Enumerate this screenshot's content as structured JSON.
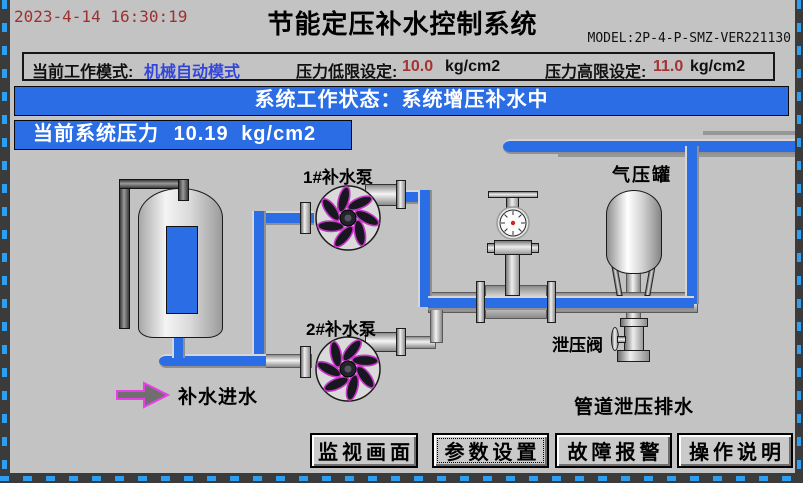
{
  "header": {
    "datetime": "2023-4-14 16:30:19",
    "title": "节能定压补水控制系统",
    "model": "MODEL:2P-4-P-SMZ-VER221130"
  },
  "settings": {
    "mode_label": "当前工作模式:",
    "mode_value": "机械自动模式",
    "low_limit_label": "压力低限设定:",
    "low_limit_value": "10.0",
    "low_limit_unit": "kg/cm2",
    "high_limit_label": "压力高限设定:",
    "high_limit_value": "11.0",
    "high_limit_unit": "kg/cm2"
  },
  "status": {
    "label": "系统工作状态：",
    "value": "系统增压补水中"
  },
  "pressure": {
    "label": "当前系统压力",
    "value": "10.19",
    "unit": "kg/cm2"
  },
  "diagram": {
    "pump1_label": "1#补水泵",
    "pump2_label": "2#补水泵",
    "air_tank_label": "气压罐",
    "relief_valve_label": "泄压阀",
    "inlet_label": "补水进水",
    "drain_label": "管道泄压排水"
  },
  "nav_buttons": [
    {
      "label": "监视画面"
    },
    {
      "label": "参数设置"
    },
    {
      "label": "故障报警"
    },
    {
      "label": "操作说明"
    }
  ],
  "colors": {
    "banner_blue": "#2a6de4",
    "pipe_water_blue": "#2a6de4",
    "alarm_red": "#9e3030",
    "setpoint_red": "#a83232",
    "mode_text_blue": "#3346d9",
    "frame_dash_blue": "#2e9ff0",
    "background_gray": "#c3c3c3",
    "impeller_outline_magenta": "#c837c8"
  }
}
